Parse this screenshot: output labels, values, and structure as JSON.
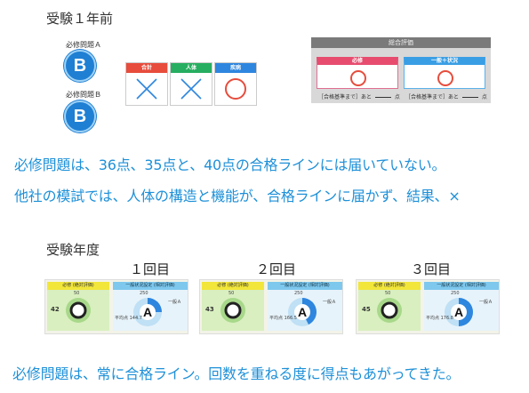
{
  "section1": {
    "heading": "受験１年前",
    "badges": [
      {
        "label": "必修問題Ａ",
        "grade": "B"
      },
      {
        "label": "必修問題Ｂ",
        "grade": "B"
      }
    ],
    "subjects": [
      {
        "label": "合計",
        "color": "#e74c3c",
        "mark": "cross"
      },
      {
        "label": "人体",
        "color": "#27ae60",
        "mark": "cross"
      },
      {
        "label": "疾病",
        "color": "#2e86de",
        "mark": "circle"
      }
    ],
    "panel": {
      "title": "総合評価",
      "required_label": "必修",
      "general_label": "一般＋状況",
      "footer_left": "［合格基準まで］あと",
      "footer_left_unit": "点",
      "footer_right": "［合格基準まで］あと",
      "footer_right_unit": "点"
    },
    "note1": "必修問題は、36点、35点と、40点の合格ラインには届いていない。",
    "note2": "他社の模試では、人体の構造と機能が、合格ラインに届かず、結果、×"
  },
  "section2": {
    "heading": "受験年度",
    "sessions": [
      {
        "title": "１回目",
        "left_head": "必修 (絶対評価)",
        "right_head": "一般状況設定 (相対評価)",
        "left_score": "42",
        "left_top": "50",
        "right_top": "250",
        "right_grade": "A",
        "avg": "平均点 144.7",
        "right_tag": "一般Ａ"
      },
      {
        "title": "２回目",
        "left_head": "必修 (絶対評価)",
        "right_head": "一般状況設定 (相対評価)",
        "left_score": "43",
        "left_top": "50",
        "right_top": "250",
        "right_grade": "A",
        "avg": "平均点 166.5",
        "right_tag": "一般Ａ"
      },
      {
        "title": "３回目",
        "left_head": "必修 (絶対評価)",
        "right_head": "一般状況設定 (相対評価)",
        "left_score": "45",
        "left_top": "50",
        "right_top": "250",
        "right_grade": "A",
        "avg": "平均点 176.8",
        "right_tag": "一般Ａ"
      }
    ],
    "note": "必修問題は、常に合格ライン。回数を重ねる度に得点もあがってきた。"
  },
  "colors": {
    "accent_blue": "#1e90d8",
    "badge_blue": "#1f7fd3",
    "ring_red": "#e74c3c",
    "cross_blue": "#2e86de"
  }
}
